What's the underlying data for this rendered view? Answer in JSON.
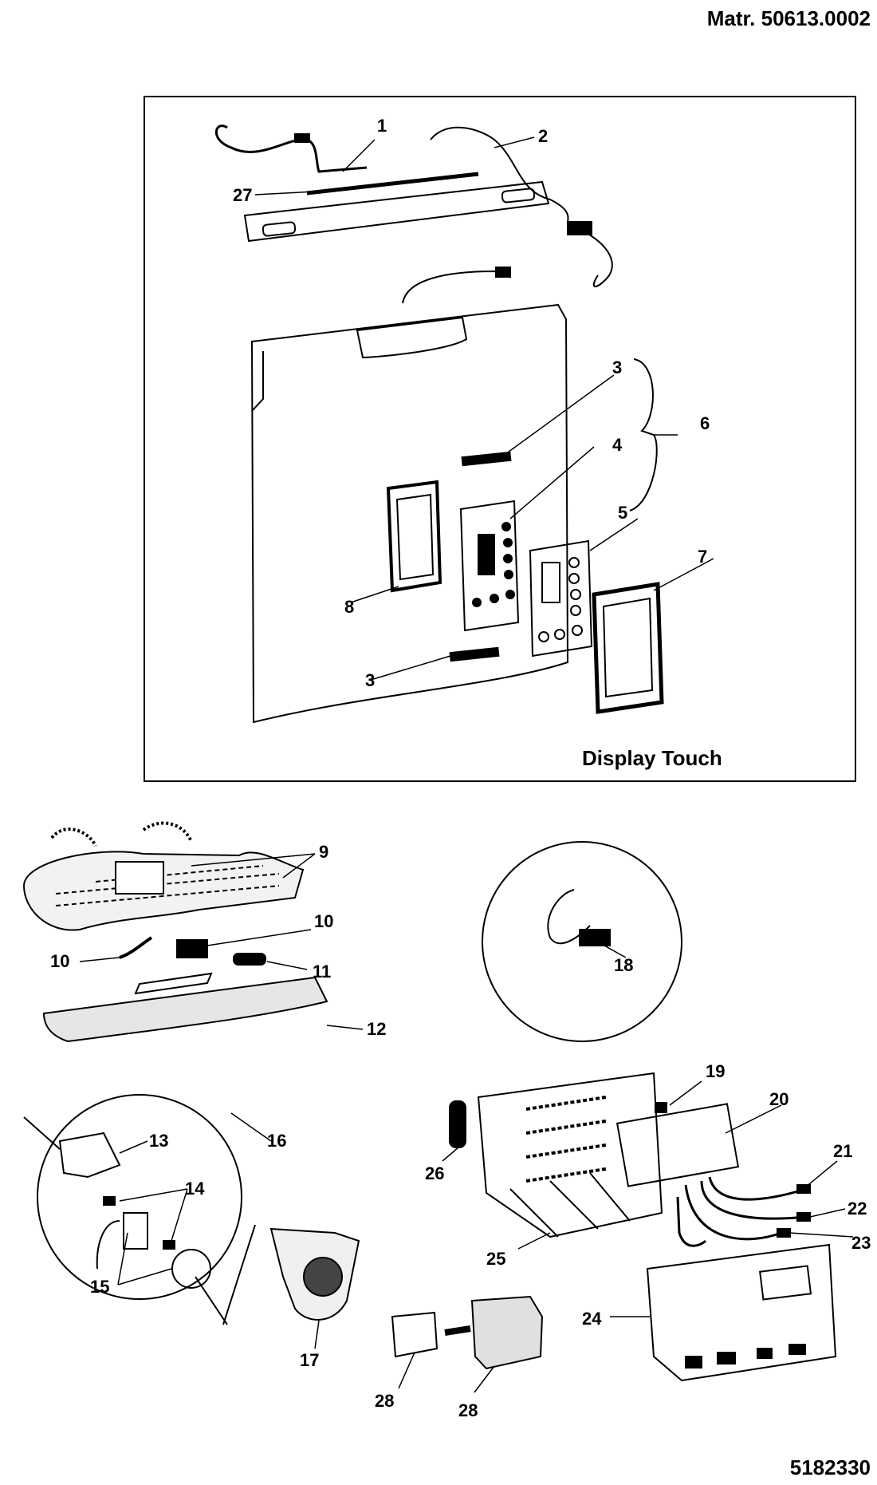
{
  "header": {
    "material_number": "Matr. 50613.0002"
  },
  "footer": {
    "drawing_number": "5182330"
  },
  "display_panel": {
    "caption": "Display Touch"
  },
  "callouts": {
    "c1": "1",
    "c2": "2",
    "c3a": "3",
    "c3b": "3",
    "c4": "4",
    "c5": "5",
    "c6": "6",
    "c7": "7",
    "c8": "8",
    "c9": "9",
    "c10a": "10",
    "c10b": "10",
    "c11": "11",
    "c12": "12",
    "c13": "13",
    "c14": "14",
    "c15": "15",
    "c16": "16",
    "c17": "17",
    "c18": "18",
    "c19": "19",
    "c20": "20",
    "c21": "21",
    "c22": "22",
    "c23": "23",
    "c24": "24",
    "c25": "25",
    "c26": "26",
    "c27": "27",
    "c28a": "28",
    "c28b": "28"
  }
}
